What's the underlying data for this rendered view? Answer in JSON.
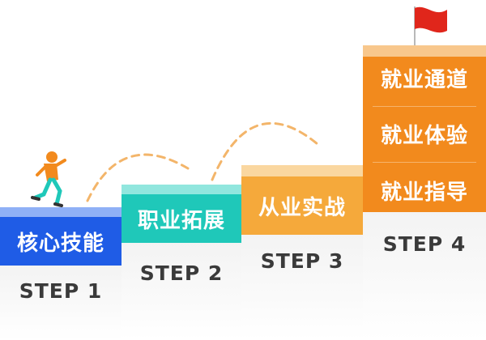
{
  "steps": [
    {
      "step_label": "STEP 1",
      "title": "核心技能"
    },
    {
      "step_label": "STEP 2",
      "title": "职业拓展"
    },
    {
      "step_label": "STEP 3",
      "title": "从业实战"
    },
    {
      "step_label": "STEP 4",
      "items": [
        "就业通道",
        "就业体验",
        "就业指导"
      ]
    }
  ],
  "colors": {
    "step1": "#1f5ce6",
    "step2": "#1fc8b9",
    "step3": "#f5a93b",
    "step4": "#f28a1d",
    "step_label_text": "#3a3a3a",
    "flag": "#e0261b",
    "arc": "#f3b56a"
  },
  "icons": [
    "runner-icon",
    "flag-icon"
  ]
}
